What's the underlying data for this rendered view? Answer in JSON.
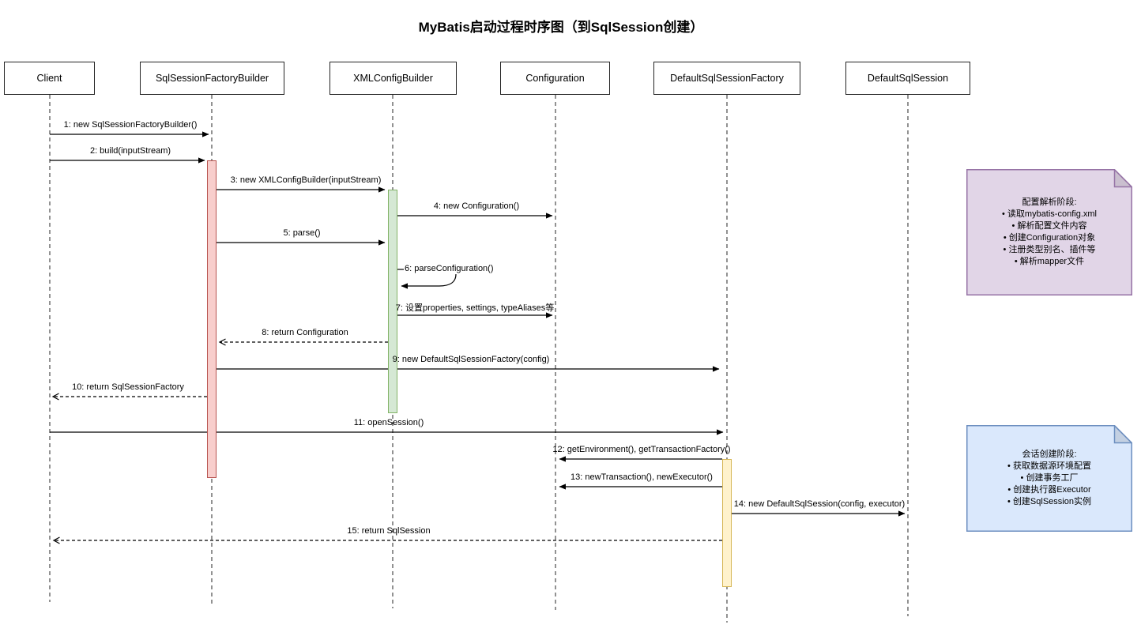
{
  "title": "MyBatis启动过程时序图（到SqlSession创建）",
  "participants": [
    {
      "name": "Client"
    },
    {
      "name": "SqlSessionFactoryBuilder"
    },
    {
      "name": "XMLConfigBuilder"
    },
    {
      "name": "Configuration"
    },
    {
      "name": "DefaultSqlSessionFactory"
    },
    {
      "name": "DefaultSqlSession"
    }
  ],
  "messages": [
    {
      "text": "1: new SqlSessionFactoryBuilder()",
      "from": "Client",
      "to": "SqlSessionFactoryBuilder",
      "style": "solid"
    },
    {
      "text": "2: build(inputStream)",
      "from": "Client",
      "to": "SqlSessionFactoryBuilder",
      "style": "solid"
    },
    {
      "text": "3: new XMLConfigBuilder(inputStream)",
      "from": "SqlSessionFactoryBuilder",
      "to": "XMLConfigBuilder",
      "style": "solid"
    },
    {
      "text": "4: new Configuration()",
      "from": "XMLConfigBuilder",
      "to": "Configuration",
      "style": "solid"
    },
    {
      "text": "5: parse()",
      "from": "SqlSessionFactoryBuilder",
      "to": "XMLConfigBuilder",
      "style": "solid"
    },
    {
      "text": "6: parseConfiguration()",
      "from": "XMLConfigBuilder",
      "to": "XMLConfigBuilder",
      "style": "self"
    },
    {
      "text": "7: 设置properties, settings, typeAliases等",
      "from": "XMLConfigBuilder",
      "to": "Configuration",
      "style": "solid"
    },
    {
      "text": "8: return Configuration",
      "from": "XMLConfigBuilder",
      "to": "SqlSessionFactoryBuilder",
      "style": "dashed-return"
    },
    {
      "text": "9: new DefaultSqlSessionFactory(config)",
      "from": "SqlSessionFactoryBuilder",
      "to": "DefaultSqlSessionFactory",
      "style": "solid"
    },
    {
      "text": "10: return SqlSessionFactory",
      "from": "SqlSessionFactoryBuilder",
      "to": "Client",
      "style": "dashed-return"
    },
    {
      "text": "11: openSession()",
      "from": "Client",
      "to": "DefaultSqlSessionFactory",
      "style": "solid"
    },
    {
      "text": "12: getEnvironment(), getTransactionFactory()",
      "from": "DefaultSqlSessionFactory",
      "to": "Configuration",
      "style": "solid"
    },
    {
      "text": "13: newTransaction(), newExecutor()",
      "from": "DefaultSqlSessionFactory",
      "to": "Configuration",
      "style": "solid"
    },
    {
      "text": "14: new DefaultSqlSession(config, executor)",
      "from": "DefaultSqlSessionFactory",
      "to": "DefaultSqlSession",
      "style": "solid"
    },
    {
      "text": "15: return SqlSession",
      "from": "DefaultSqlSessionFactory",
      "to": "Client",
      "style": "dashed-return"
    }
  ],
  "notes": [
    {
      "heading": "配置解析阶段:",
      "lines": [
        "• 读取mybatis-config.xml",
        "• 解析配置文件内容",
        "• 创建Configuration对象",
        "• 注册类型别名、插件等",
        "• 解析mapper文件"
      ],
      "fill": "#E1D5E7",
      "border": "#9673A6"
    },
    {
      "heading": "会话创建阶段:",
      "lines": [
        "• 获取数据源环境配置",
        "• 创建事务工厂",
        "• 创建执行器Executor",
        "• 创建SqlSession实例"
      ],
      "fill": "#DAE8FC",
      "border": "#6C8EBF"
    }
  ],
  "activations": [
    {
      "participant": "SqlSessionFactoryBuilder",
      "fill": "#F8CECC",
      "border": "#B85450"
    },
    {
      "participant": "XMLConfigBuilder",
      "fill": "#D5E8D4",
      "border": "#82B366"
    },
    {
      "participant": "DefaultSqlSessionFactory",
      "fill": "#FFF2CC",
      "border": "#D6B656"
    }
  ]
}
